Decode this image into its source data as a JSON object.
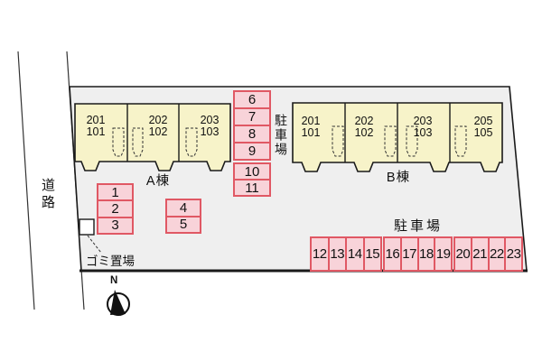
{
  "labels": {
    "road": "道路",
    "garbage": "ゴミ置場",
    "compass_north": "N",
    "parking_column": "駐車場",
    "parking_row": "駐車場"
  },
  "building_a": {
    "name": "A棟",
    "units": [
      {
        "upper": "201",
        "lower": "101"
      },
      {
        "upper": "202",
        "lower": "102"
      },
      {
        "upper": "203",
        "lower": "103"
      }
    ]
  },
  "building_b": {
    "name": "B棟",
    "units": [
      {
        "upper": "201",
        "lower": "101"
      },
      {
        "upper": "202",
        "lower": "102"
      },
      {
        "upper": "203",
        "lower": "103"
      },
      {
        "upper": "205",
        "lower": "105"
      }
    ]
  },
  "parking": {
    "column_group_upper": [
      "6",
      "7",
      "8",
      "9"
    ],
    "column_group_lower": [
      "10",
      "11"
    ],
    "west_group_a": [
      "1",
      "2",
      "3"
    ],
    "west_group_b": [
      "4",
      "5"
    ],
    "south_row_group_1": [
      "12",
      "13",
      "14",
      "15"
    ],
    "south_row_group_2": [
      "16",
      "17",
      "18",
      "19"
    ],
    "south_row_group_3": [
      "20",
      "21",
      "22",
      "23"
    ]
  },
  "colors": {
    "site_fill": "#efefef",
    "building_fill": "#f7f3c9",
    "parking_fill": "#f8d3d9",
    "parking_border": "#e05864",
    "outline": "#1a1a1a"
  }
}
